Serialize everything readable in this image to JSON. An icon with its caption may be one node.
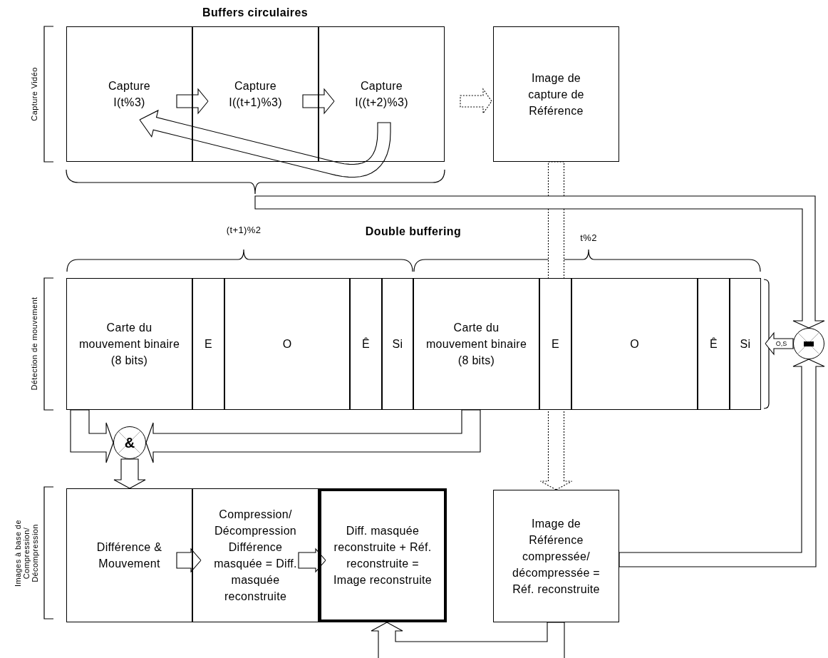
{
  "diagram": {
    "nodes": [
      {
        "text": [
          "Capture I(t%3)"
        ]
      },
      {
        "text": [
          "Capture I((t+1)%3)"
        ]
      },
      {
        "text": [
          "Capture I((t+2)%3)"
        ]
      },
      {
        "text": [
          "Image de capture de Référence"
        ]
      },
      {
        "text": [
          "Carte du mouvement binaire (8 bits)"
        ]
      },
      {
        "text": [
          "E"
        ]
      },
      {
        "text": [
          "O"
        ]
      },
      {
        "text": [
          "Ê"
        ]
      },
      {
        "text": [
          "Si"
        ]
      },
      {
        "text": [
          "Carte du mouvement binaire (8 bits)"
        ]
      },
      {
        "text": [
          "E"
        ]
      },
      {
        "text": [
          "O"
        ]
      },
      {
        "text": [
          "Ê"
        ]
      },
      {
        "text": [
          "Si"
        ]
      },
      {
        "text": [],
        "shape": "circle"
      },
      {
        "text": [
          "&"
        ]
      },
      {
        "text": [
          "Différence & Mouvement"
        ]
      },
      {
        "text": [
          "Compression/ Décompression Différence masquée = Diff. masquée reconstruite"
        ]
      },
      {
        "text": [
          "Diff. masquée reconstruite + Réf. reconstruite = Image reconstruite"
        ]
      },
      {
        "text": [
          "Image de Référence compressée/ décompressée = Réf. reconstruite"
        ]
      }
    ],
    "edges": [
      {
        "from": 0,
        "to": 1,
        "arrow": "to"
      },
      {
        "from": 1,
        "to": 2,
        "arrow": "to"
      },
      {
        "from": 2,
        "to": 0,
        "arrow": "to"
      },
      {
        "from": 2,
        "to": 3,
        "arrow": "to",
        "style": "dashed"
      },
      {
        "from": 3,
        "to": 19,
        "arrow": "to",
        "style": "dashed"
      },
      {
        "from": null,
        "to": 14,
        "arrow": "to"
      },
      {
        "from": 19,
        "to": 14,
        "arrow": "to"
      },
      {
        "from": 14,
        "to": 13,
        "arrow": "to",
        "label": "O,S"
      },
      {
        "from": 4,
        "to": 15,
        "arrow": "to"
      },
      {
        "from": 9,
        "to": 15,
        "arrow": "to"
      },
      {
        "from": 15,
        "to": 16,
        "arrow": "to"
      },
      {
        "from": 16,
        "to": 17,
        "arrow": "to"
      },
      {
        "from": 17,
        "to": 18,
        "arrow": "to"
      },
      {
        "from": 19,
        "to": 18,
        "arrow": "to"
      }
    ],
    "labels": [
      "Buffers circulaires",
      "Capture Vidéo",
      "(t+1)%2",
      "Double buffering",
      "t%2",
      "Détection de mouvement",
      "Images à base de Compression/ Décompression"
    ]
  }
}
